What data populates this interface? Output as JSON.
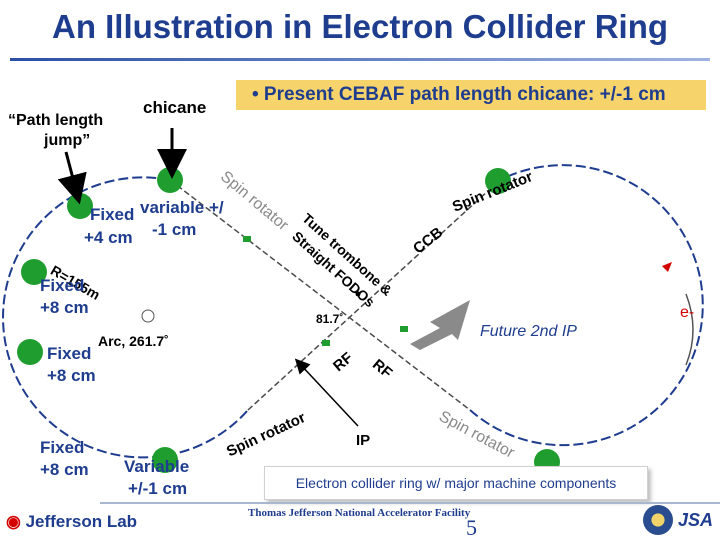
{
  "title": "An Illustration in Electron Collider Ring",
  "banner": "• Present CEBAF path length chicane: +/-1 cm",
  "labels": {
    "path_length_jump_line1": "“Path length",
    "path_length_jump_line2": "jump”",
    "chicane": "chicane",
    "fixed_variable_line1_a": "Fixed",
    "fixed_variable_line1_b": "variable +/",
    "fixed_variable_line2_a": "+4 cm",
    "fixed_variable_line2_b": "-1 cm",
    "radius": "R=155m",
    "fixed_8cm_top_line1": "Fixed",
    "fixed_8cm_top_line2": "+8 cm",
    "fixed_8cm_mid_line1": "Fixed",
    "fixed_8cm_mid_line2": "+8 cm",
    "arc": "Arc, 261.7˚",
    "fixed_8cm_bottom_line1": "Fixed",
    "fixed_8cm_bottom_line2": "+8 cm",
    "variable_line1": "Variable",
    "variable_line2": "+/-1 cm",
    "spin_rotator_tl": "Spin rotator",
    "spin_rotator_tr": "Spin rotator",
    "spin_rotator_bl": "Spin rotator",
    "spin_rotator_br": "Spin rotator",
    "tune_straight": "Tune trombone &",
    "straight_fodos": "Straight FODOs",
    "ccb": "CCB",
    "angle": "81.7˚",
    "future_ip": "Future 2nd IP",
    "rf_left": "RF",
    "rf_right": "RF",
    "ip": "IP",
    "electron": "e-"
  },
  "caption": "Electron collider ring w/ major machine components",
  "footer": {
    "lab": "Jefferson Lab",
    "facility": "Thomas Jefferson National Accelerator Facility",
    "page": "5",
    "jsa": "JSA"
  },
  "colors": {
    "title": "#1f3d8f",
    "banner_bg": "#f6d36b",
    "ring": "#1f3d8f",
    "red_label": "#d40000",
    "green_element": "#1f9e2f"
  }
}
